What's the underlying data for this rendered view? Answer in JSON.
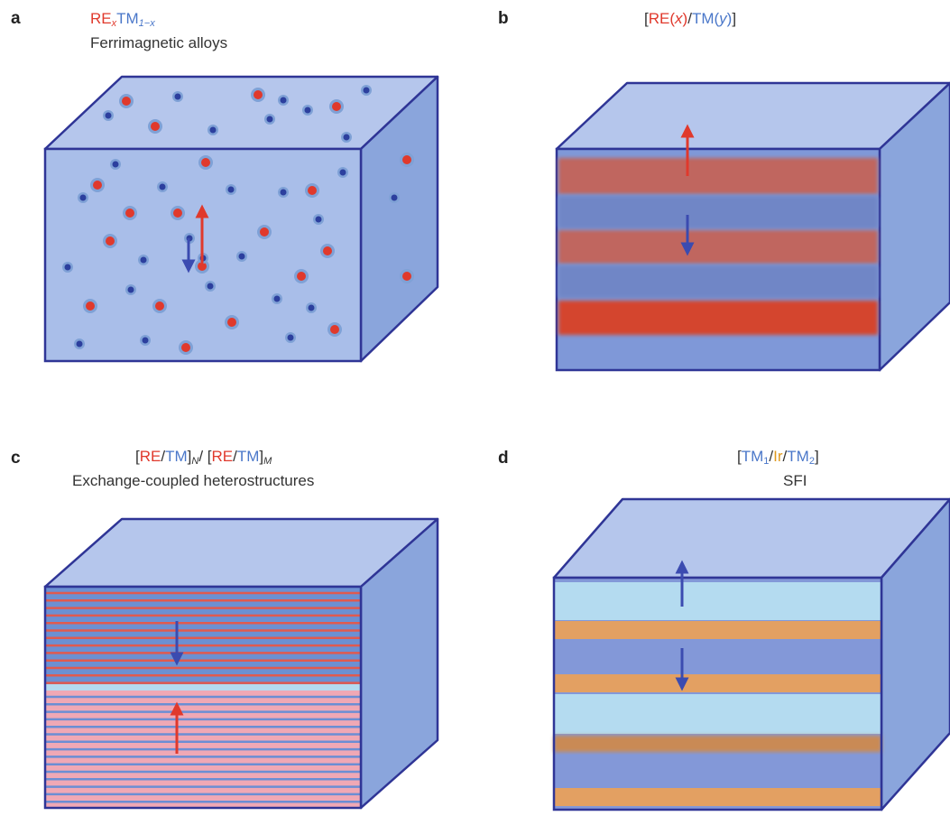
{
  "panels": {
    "a": {
      "letter": "a",
      "formula": {
        "re": "RE",
        "re_sub": "x",
        "tm": "TM",
        "tm_sub": "1−x"
      },
      "caption": "Ferrimagnetic alloys"
    },
    "b": {
      "letter": "b",
      "formula": {
        "open": "[",
        "re": "RE",
        "re_arg_open": "(",
        "re_arg": "x",
        "re_arg_close": ")",
        "slash": "/",
        "tm": "TM",
        "tm_arg_open": "(",
        "tm_arg": "y",
        "tm_arg_close": ")",
        "close": "]"
      }
    },
    "c": {
      "letter": "c",
      "formula": {
        "open1": "[",
        "re1": "RE",
        "slash1": "/",
        "tm1": "TM",
        "close1": "]",
        "sub1": "N",
        "sep": "/ ",
        "open2": "[",
        "re2": "RE",
        "slash2": "/",
        "tm2": "TM",
        "close2": "]",
        "sub2": "M"
      },
      "caption": "Exchange-coupled heterostructures"
    },
    "d": {
      "letter": "d",
      "formula": {
        "open": "[",
        "tm1": "TM",
        "tm1_sub": "1",
        "slash1": "/",
        "ir": "Ir",
        "slash2": "/",
        "tm2": "TM",
        "tm2_sub": "2",
        "close": "]"
      },
      "caption": "SFI"
    }
  },
  "colors": {
    "outline": "#2f3596",
    "top_face": "#b5c6ec",
    "front_face": "#a8bde8",
    "side_face": "#7f9cd8",
    "re_red": "#e0392c",
    "tm_blue": "#3b55b5",
    "ir_orange": "#e3a062",
    "light_blue_layer": "#b4dbf0",
    "pink_layer": "#f2a3b0"
  }
}
